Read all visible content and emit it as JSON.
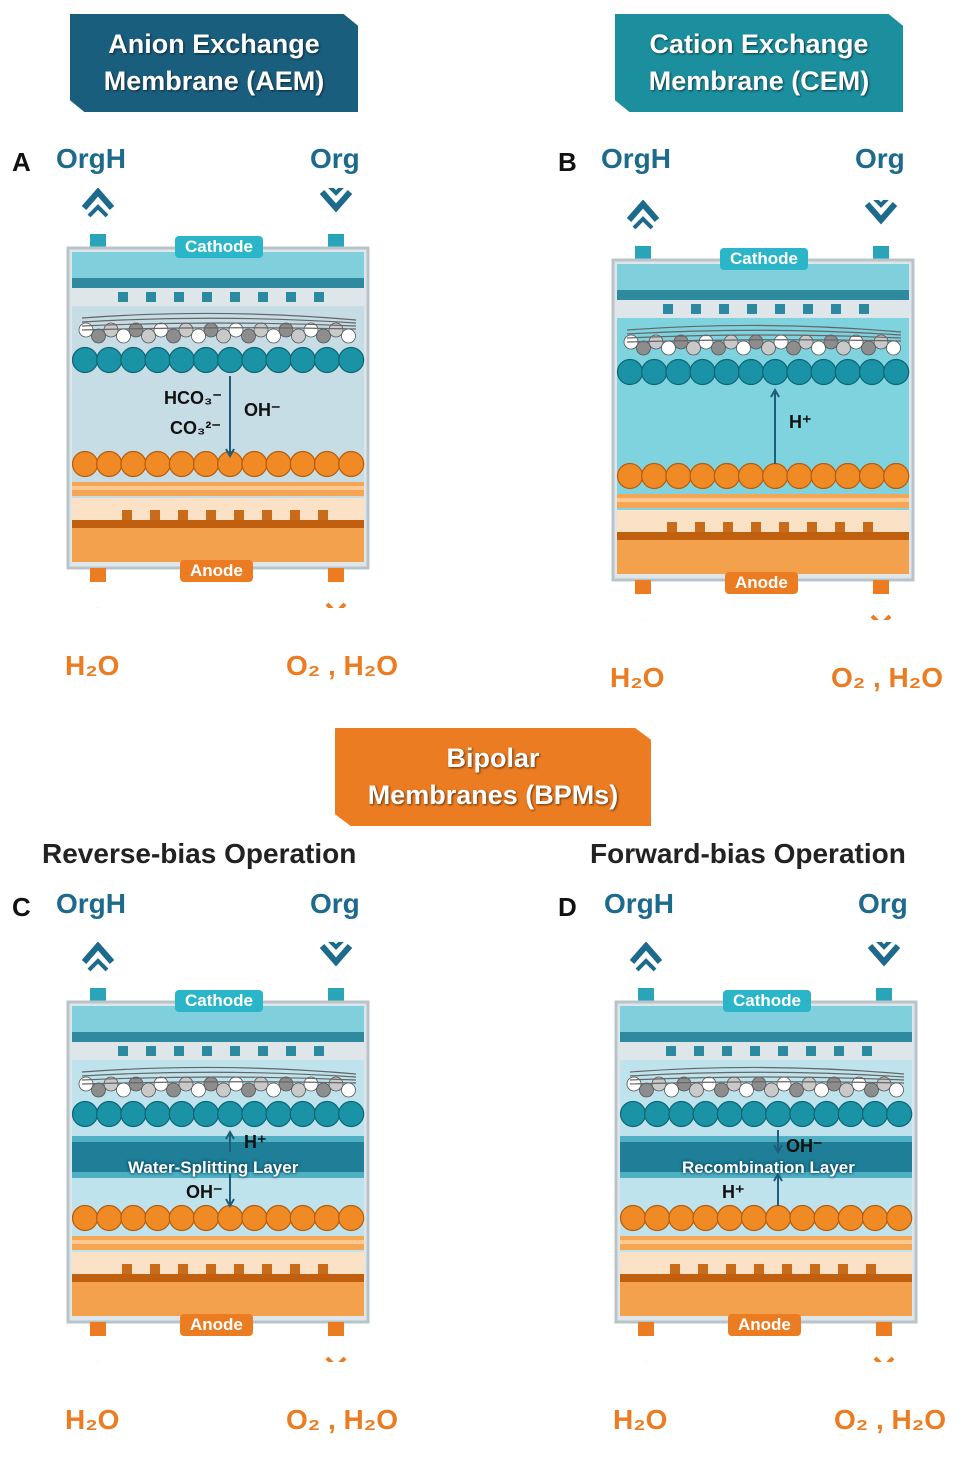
{
  "banners": {
    "aem": [
      "Anion Exchange",
      "Membrane (AEM)"
    ],
    "cem": [
      "Cation Exchange",
      "Membrane (CEM)"
    ],
    "bpm": [
      "Bipolar",
      "Membranes (BPMs)"
    ]
  },
  "subtitles": {
    "reverse": "Reverse-bias Operation",
    "forward": "Forward-bias Operation"
  },
  "common": {
    "orgh": "OrgH",
    "org": "Org",
    "cathode": "Cathode",
    "anode": "Anode",
    "h2o": "H₂O",
    "o2_h2o": "O₂ , H₂O"
  },
  "panels": [
    {
      "id": "A",
      "ions": [
        "HCO₃⁻",
        "CO₃²⁻",
        "OH⁻"
      ]
    },
    {
      "id": "B",
      "ions": [
        "H⁺"
      ]
    },
    {
      "id": "C",
      "layer": "Water-Splitting Layer",
      "ions": [
        "H⁺",
        "OH⁻"
      ]
    },
    {
      "id": "D",
      "layer": "Recombination Layer",
      "ions": [
        "OH⁻",
        "H⁺"
      ]
    }
  ],
  "colors": {
    "aem_banner": "#1a5e7e",
    "cem_banner": "#1c8f9f",
    "bpm_banner": "#ec7c21",
    "blue_text": "#1d6a8c",
    "orange_text": "#ec7c21",
    "teal_sphere": "#1a93a6",
    "orange_sphere": "#f08a24"
  }
}
